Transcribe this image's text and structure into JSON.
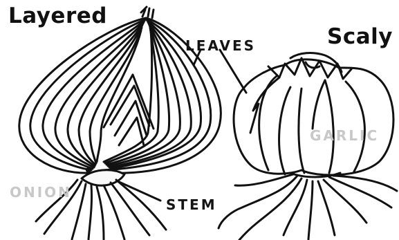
{
  "diagram": {
    "title_left": "Layered",
    "title_right": "Scaly",
    "labels": {
      "leaves": "LEAVES",
      "onion": "ONION",
      "stem": "STEM",
      "garlic": "GARLIC"
    }
  }
}
